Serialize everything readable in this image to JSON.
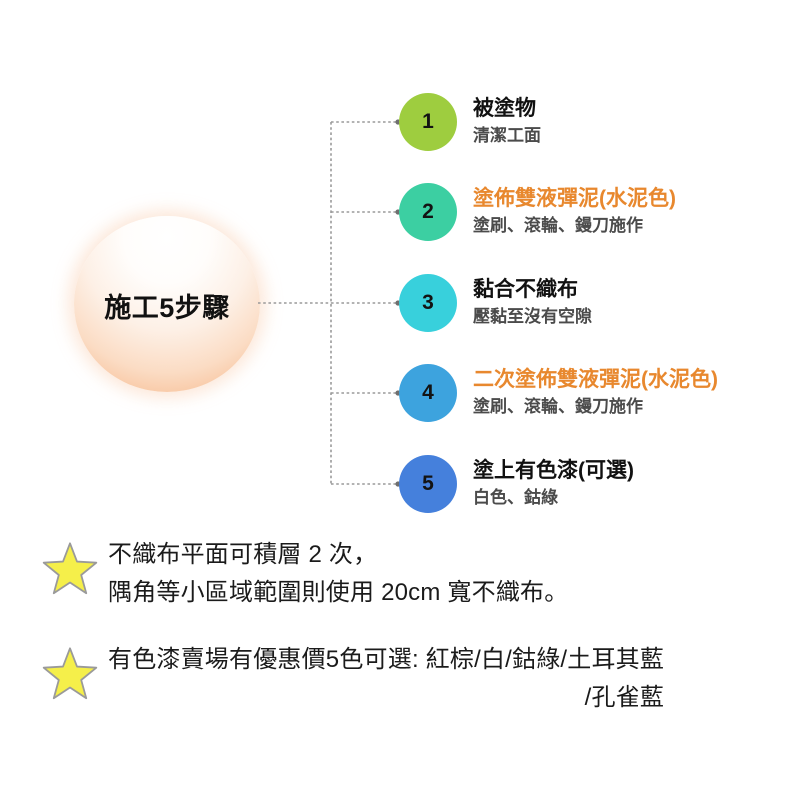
{
  "hub": {
    "label": "施工5步驟"
  },
  "steps": [
    {
      "number": "1",
      "color": "#9ecd3f",
      "title": "被塗物",
      "title_color": "#111111",
      "subtitle": "清潔工面"
    },
    {
      "number": "2",
      "color": "#3ccfa2",
      "title": "塗佈雙液彈泥(水泥色)",
      "title_color": "#e8882e",
      "subtitle": "塗刷、滾輪、鏝刀施作"
    },
    {
      "number": "3",
      "color": "#38d0dc",
      "title": "黏合不織布",
      "title_color": "#111111",
      "subtitle": "壓黏至沒有空隙"
    },
    {
      "number": "4",
      "color": "#3da3de",
      "title": "二次塗佈雙液彈泥(水泥色)",
      "title_color": "#e8882e",
      "subtitle": "塗刷、滾輪、鏝刀施作"
    },
    {
      "number": "5",
      "color": "#4580dc",
      "title": "塗上有色漆(可選)",
      "title_color": "#111111",
      "subtitle": "白色、鈷綠"
    }
  ],
  "notes": [
    {
      "icon": "star-icon",
      "lines": [
        "不織布平面可積層 2 次，",
        "隅角等小區域範圍則使用 20cm 寬不織布。"
      ]
    },
    {
      "icon": "star-icon",
      "lines": [
        "有色漆賣場有優惠價5色可選: 紅棕/白/鈷綠/土耳其藍",
        "/孔雀藍"
      ]
    }
  ],
  "connector": {
    "style": "dotted",
    "color": "#9a9a9a"
  },
  "palette": {
    "accent_orange": "#e8882e",
    "hub_orange": "#f0955a",
    "star_yellow": "#f5ef4a",
    "star_outline": "#9a9a9a",
    "subtitle_gray": "#4b4b4b"
  }
}
